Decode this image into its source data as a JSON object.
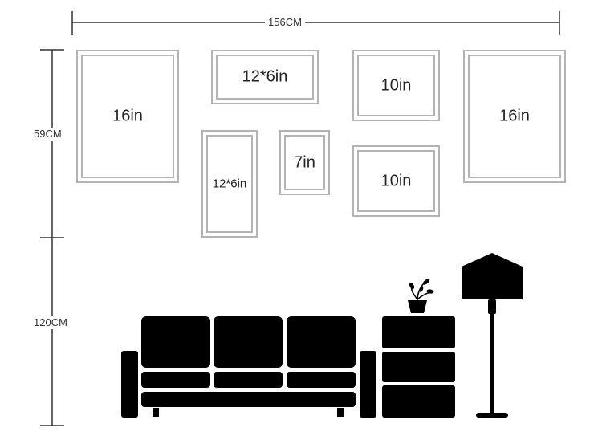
{
  "dimensions": {
    "width": "156CM",
    "height_frames": "59CM",
    "height_floor": "120CM"
  },
  "frames": [
    {
      "label": "16in"
    },
    {
      "label": "12*6in"
    },
    {
      "label": "10in"
    },
    {
      "label": "16in"
    },
    {
      "label": "12*6in"
    },
    {
      "label": "7in"
    },
    {
      "label": "10in"
    }
  ],
  "colors": {
    "frame_border": "#b3b3b3",
    "furniture": "#000000",
    "dimension_line": "#333333"
  },
  "icons": [
    "sofa-icon",
    "cabinet-icon",
    "plant-icon",
    "floor-lamp-icon"
  ]
}
